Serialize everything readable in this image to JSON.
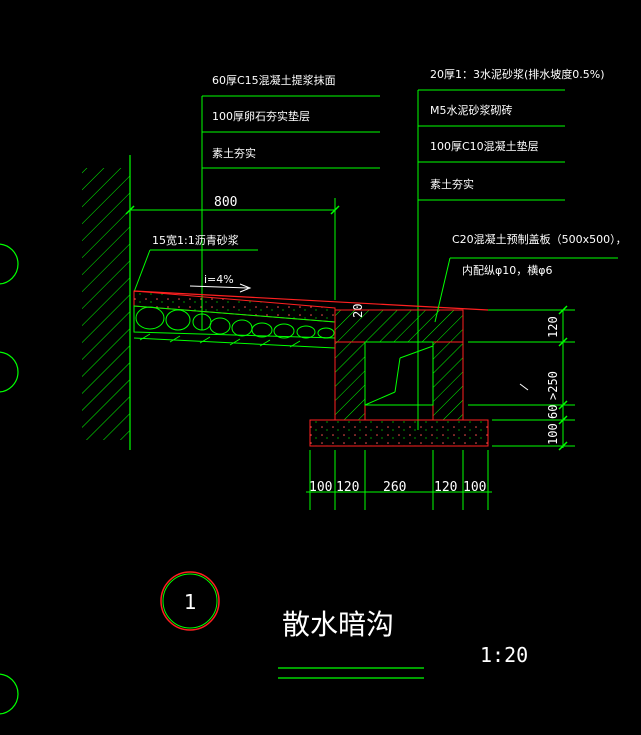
{
  "layers_left": [
    "60厚C15混凝土提浆抹面",
    "100厚卵石夯实垫层",
    "素土夯实"
  ],
  "layers_right": [
    "20厚1：3水泥砂浆(排水坡度0.5%)",
    "M5水泥砂浆砌砖",
    "100厚C10混凝土垫层",
    "素土夯实"
  ],
  "note_sealant": "15宽1:1沥青砂浆",
  "slope": "i=4%",
  "cover_note_1": "C20混凝土预制盖板（500x500），",
  "cover_note_2": "内配纵φ10，横φ6",
  "dim_800": "800",
  "dim_20": "20",
  "dims_right": [
    "120",
    ">250",
    "60",
    "100"
  ],
  "dims_bottom": [
    "100",
    "120",
    "260",
    "120",
    "100"
  ],
  "detail_number": "1",
  "title": "散水暗沟",
  "scale": "1:20",
  "colors": {
    "background": "#000000",
    "line_green": "#00ff00",
    "line_red": "#ff2020",
    "text": "#ffffff"
  }
}
